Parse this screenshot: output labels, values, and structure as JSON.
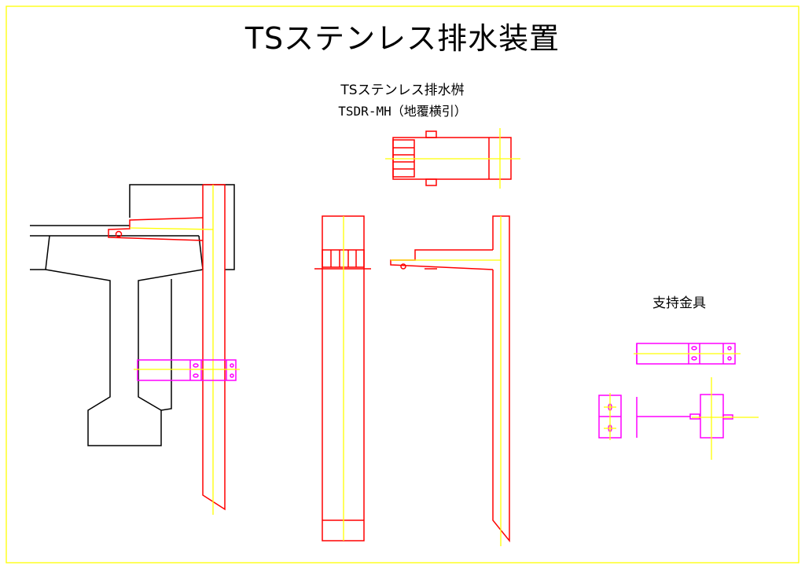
{
  "title": "TSステンレス排水装置",
  "subtitle_line1": "TSステンレス排水桝",
  "subtitle_line2": "TSDR-MH（地覆横引）",
  "bracket_label": "支持金具",
  "colors": {
    "outline": "#000000",
    "drain": "#ff0000",
    "centerline": "#ffff00",
    "bracket": "#ff00ff",
    "border": "#ffff00"
  }
}
